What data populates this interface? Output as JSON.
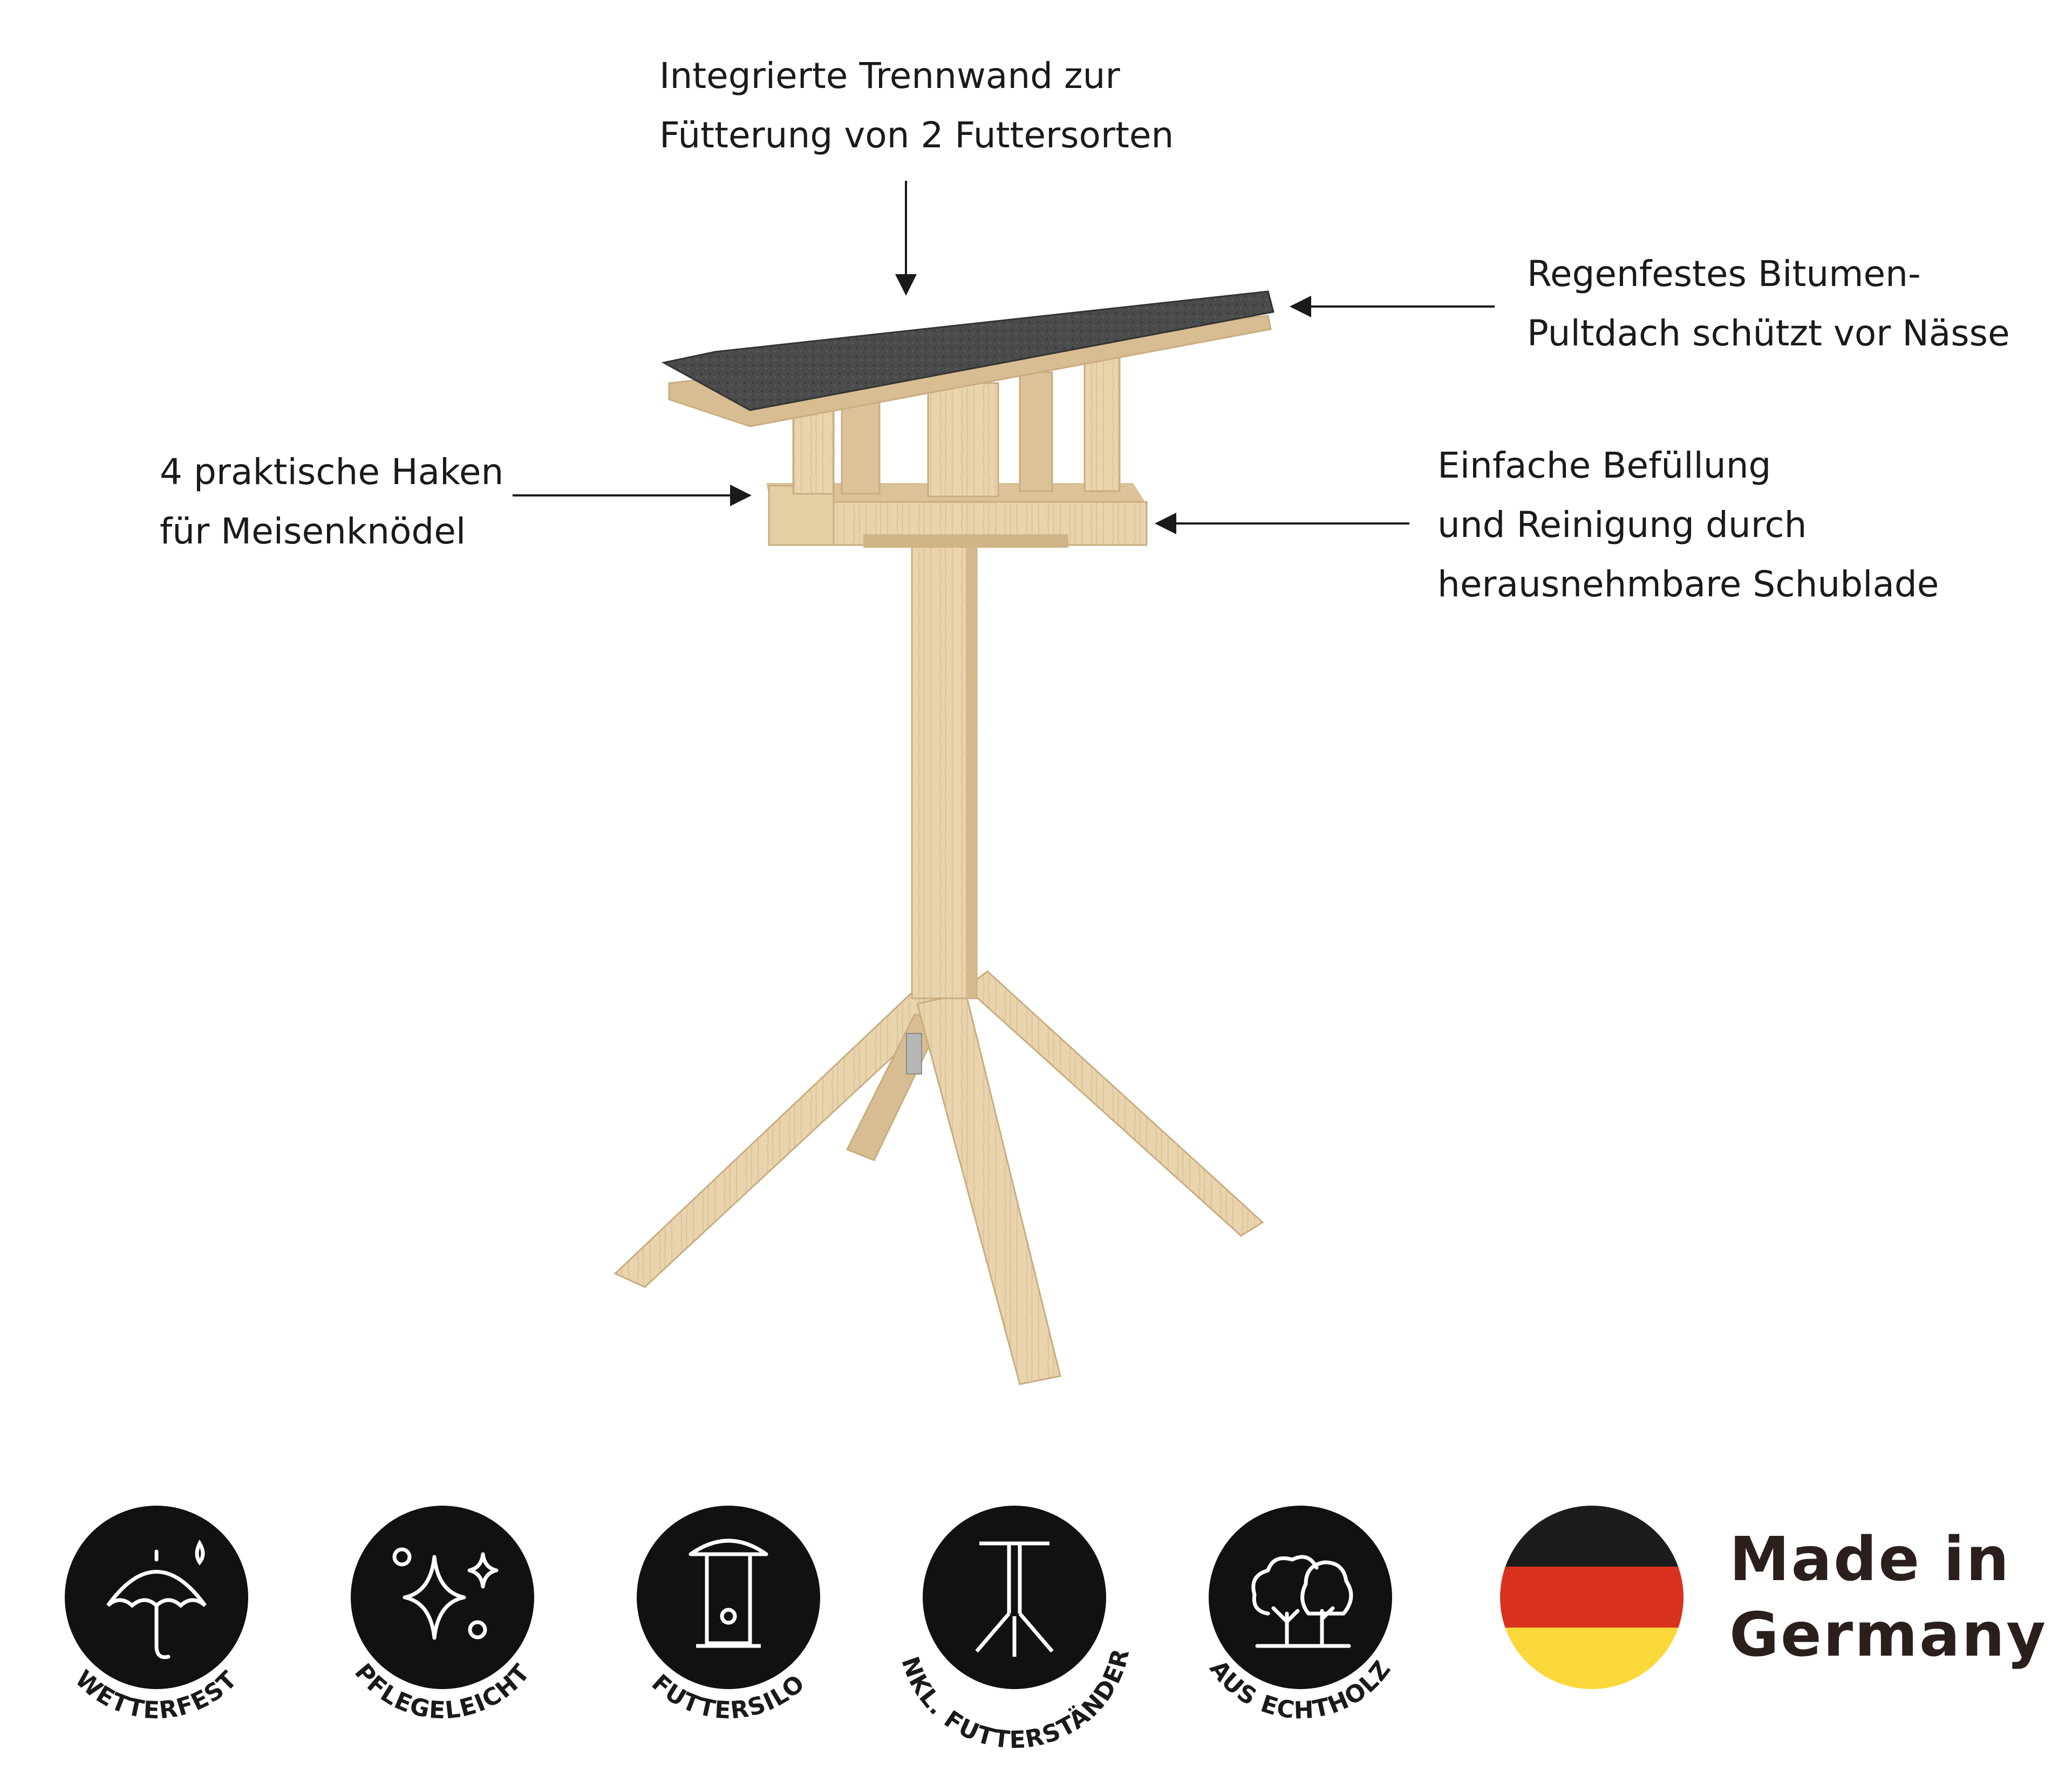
{
  "callouts": {
    "top": "Integrierte Trennwand zur\nFütterung von 2 Futtersorten",
    "roof": "Regenfestes Bitumen-\nPultdach schützt vor Nässe",
    "hooks": "4 praktische Haken\nfür Meisenknödel",
    "drawer": "Einfache Befüllung\nund Reinigung durch\nherausnehmbare Schublade"
  },
  "features": [
    {
      "label": "WETTERFEST",
      "icon": "umbrella-rain-icon"
    },
    {
      "label": "PFLEGELEICHT",
      "icon": "sparkle-icon"
    },
    {
      "label": "FUTTERSILO",
      "icon": "feeder-silo-icon"
    },
    {
      "label": "INKL. FUTTERSTÄNDER",
      "icon": "feeder-stand-icon"
    },
    {
      "label": "AUS ECHTHOLZ",
      "icon": "tree-icon"
    }
  ],
  "made_in": "Made in\nGermany",
  "colors": {
    "wood": "#e8d2ad",
    "wood_shade": "#cfb386",
    "roof": "#4a4a4a",
    "badge": "#111111",
    "flag_black": "#1c1c1c",
    "flag_red": "#d8321e",
    "flag_gold": "#fbd83a"
  }
}
